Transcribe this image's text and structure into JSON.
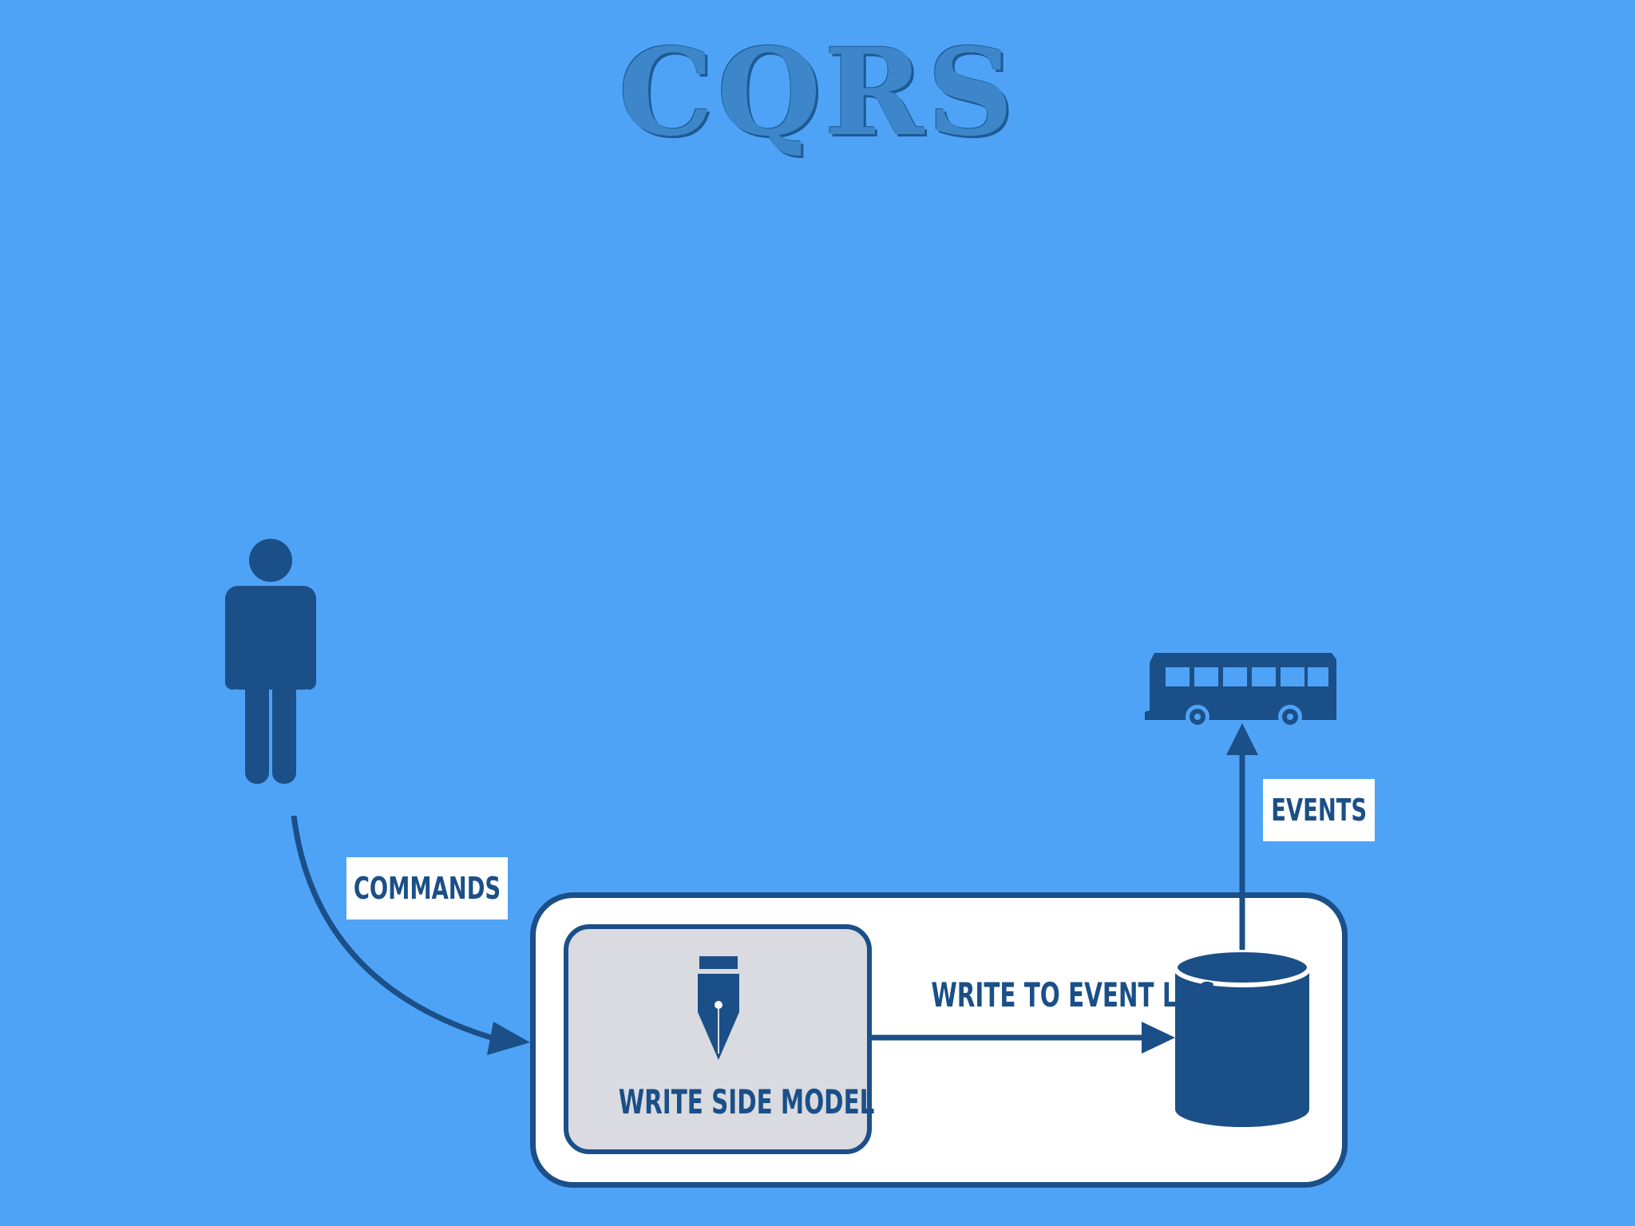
{
  "title": "CQRS",
  "labels": {
    "commands": "COMMANDS",
    "events": "EVENTS",
    "write_to_event_log": "WRITE TO EVENT LOG",
    "write_side_model": "WRITE SIDE MODEL"
  },
  "icons": {
    "user": "person-icon",
    "bus": "bus-icon",
    "pen": "fountain-pen-icon",
    "database": "database-icon"
  },
  "colors": {
    "background": "#4fa3f7",
    "primary": "#1b4f87",
    "panel": "#ffffff",
    "model_fill": "#d9dbe0"
  }
}
